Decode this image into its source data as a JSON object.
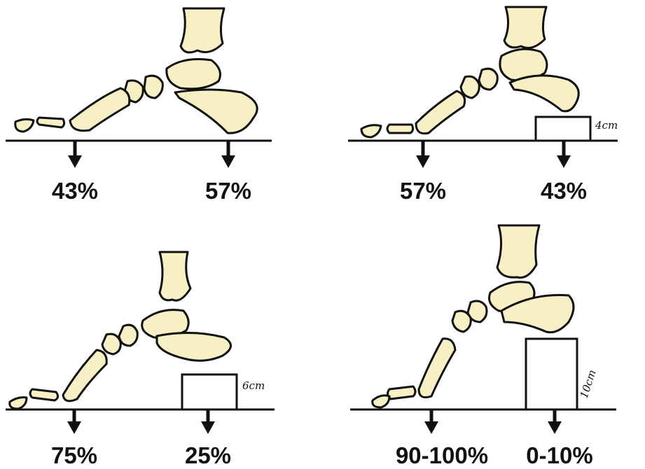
{
  "panels": [
    {
      "heel_height": "",
      "forefoot_load": "43%",
      "heel_load": "57%"
    },
    {
      "heel_height": "4cm",
      "forefoot_load": "57%",
      "heel_load": "43%"
    },
    {
      "heel_height": "6cm",
      "forefoot_load": "75%",
      "heel_load": "25%"
    },
    {
      "heel_height": "10cm",
      "forefoot_load": "90-100%",
      "heel_load": "0-10%"
    }
  ],
  "colors": {
    "bone_fill": "#f7f0c4",
    "outline": "#111111"
  }
}
